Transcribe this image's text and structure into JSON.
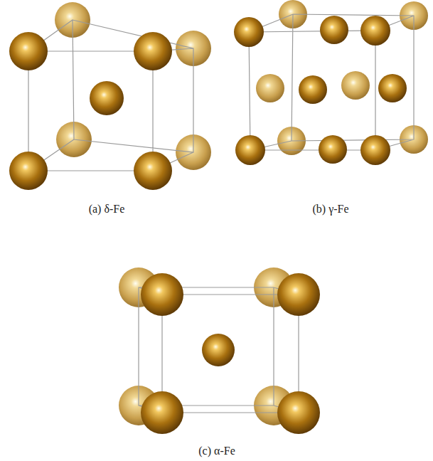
{
  "diagram": {
    "labels": [
      "(a) δ-Fe",
      "(b) γ-Fe",
      "(c) α-Fe"
    ]
  }
}
